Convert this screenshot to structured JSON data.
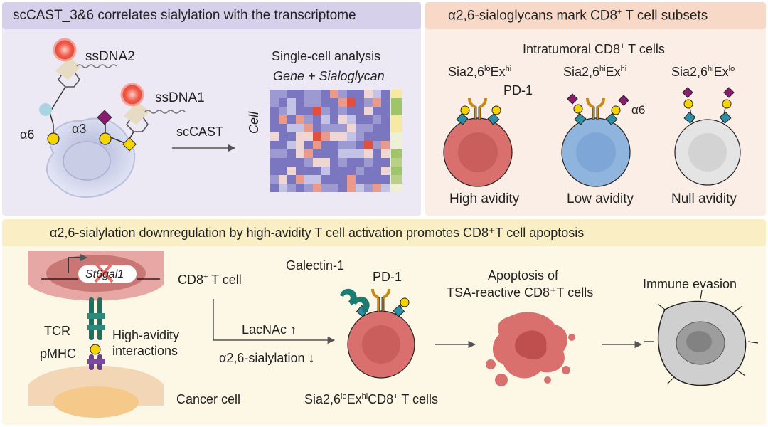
{
  "panel_a": {
    "title": "scCAST_3&6 correlates sialylation with the transcriptome",
    "ssdna2": "ssDNA2",
    "ssdna1": "ssDNA1",
    "alpha6": "α6",
    "alpha3": "α3",
    "arrow_label": "scCAST",
    "analysis_title": "Single-cell analysis",
    "analysis_subtitle": "Gene + Sialoglycan",
    "axis_label": "Cell"
  },
  "panel_b": {
    "title_pre": "α2,6-sialoglycans mark CD8",
    "title_sup": "+",
    "title_post": " T cell subsets",
    "subtitle_pre": "Intratumoral CD8",
    "subtitle_sup": "+",
    "subtitle_post": " T cells",
    "cells": [
      {
        "n1": "Sia2,6",
        "s1": "lo",
        "n2": "Ex",
        "s2": "hi",
        "avidity": "High avidity"
      },
      {
        "n1": "Sia2,6",
        "s1": "hi",
        "n2": "Ex",
        "s2": "hi",
        "avidity": "Low avidity"
      },
      {
        "n1": "Sia2,6",
        "s1": "hi",
        "n2": "Ex",
        "s2": "lo",
        "avidity": "Null avidity"
      }
    ],
    "pd1": "PD-1",
    "alpha6": "α6"
  },
  "panel_c": {
    "title": "α2,6-sialylation downregulation by high-avidity T cell activation promotes CD8⁺T cell apoptosis",
    "gene": "St6gal1",
    "cd8_pre": "CD8",
    "cd8_sup": "+",
    "cd8_post": " T cell",
    "tcr": "TCR",
    "pmhc": "pMHC",
    "interactions_1": "High-avidity",
    "interactions_2": "interactions",
    "cancer": "Cancer cell",
    "lacnac": "LacNAc ↑",
    "sialylation": "α2,6-sialylation ↓",
    "galectin": "Galectin-1",
    "pd1": "PD-1",
    "bottom_pre": "Sia2,6",
    "bottom_s1": "lo",
    "bottom_mid": "Ex",
    "bottom_s2": "hi",
    "bottom_post": "CD8",
    "bottom_s3": "+",
    "bottom_end": " T cells",
    "apoptosis_1": "Apoptosis of",
    "apoptosis_2": "TSA-reactive CD8⁺T cells",
    "evasion": "Immune evasion"
  },
  "colors": {
    "panel_a_bg": "#ece8f4",
    "panel_a_header": "#d7d0ea",
    "panel_b_bg": "#fbeee6",
    "panel_b_header": "#f8d9c8",
    "panel_c_bg": "#fdf8e6",
    "panel_c_header": "#faefc4",
    "sialic_acid": "#8a1b6e",
    "galactose": "#f5d400",
    "glcnac": "#2b8fa8",
    "t_cell_red": "#d9706e",
    "t_cell_blue": "#8fb4de",
    "t_cell_gray": "#e4e4e4"
  }
}
